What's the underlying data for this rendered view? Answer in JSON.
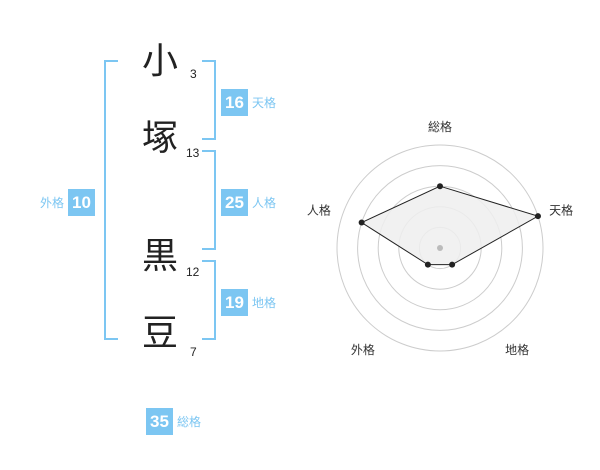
{
  "name_chars": [
    {
      "char": "小",
      "strokes": "3"
    },
    {
      "char": "塚",
      "strokes": "13"
    },
    {
      "char": "黒",
      "strokes": "12"
    },
    {
      "char": "豆",
      "strokes": "7"
    }
  ],
  "fortunes": {
    "tenkaku": {
      "value": "16",
      "label": "天格"
    },
    "jinkaku": {
      "value": "25",
      "label": "人格"
    },
    "chikaku": {
      "value": "19",
      "label": "地格"
    },
    "gaikaku": {
      "value": "10",
      "label": "外格"
    },
    "soukaku": {
      "value": "35",
      "label": "総格"
    }
  },
  "chart_data": {
    "type": "radar",
    "axes": [
      "総格",
      "天格",
      "地格",
      "外格",
      "人格"
    ],
    "values": [
      3,
      5,
      1,
      1,
      4
    ],
    "rmax": 5,
    "rings": 5,
    "colors": {
      "fill": "#eeeeee",
      "line": "#222222",
      "grid": "#cccccc",
      "center": "#bbbbbb"
    }
  }
}
